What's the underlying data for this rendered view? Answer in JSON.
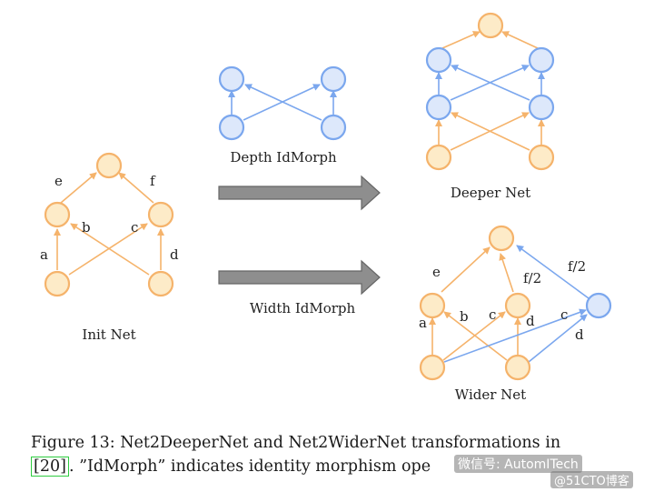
{
  "colors": {
    "orange_stroke": "#f5b36b",
    "orange_fill": "#fdebc8",
    "blue_stroke": "#7ba7ee",
    "blue_fill": "#dde8fb",
    "arrow_fill": "#8e8e8e"
  },
  "diagram": {
    "init_net": {
      "title": "Init Net",
      "edge_labels": {
        "e": "e",
        "f": "f",
        "a": "a",
        "b": "b",
        "c": "c",
        "d": "d"
      }
    },
    "depth_idmorph": {
      "title": "Depth IdMorph"
    },
    "width_idmorph": {
      "title": "Width IdMorph"
    },
    "deeper_net": {
      "title": "Deeper Net"
    },
    "wider_net": {
      "title": "Wider Net",
      "edge_labels": {
        "e": "e",
        "f2_a": "f/2",
        "f2_b": "f/2",
        "a": "a",
        "b": "b",
        "c": "c",
        "d": "d",
        "c2": "c",
        "d2": "d"
      }
    }
  },
  "caption": {
    "prefix": "Figure 13: Net2DeeperNet and Net2WiderNet transformations in",
    "cite": "[20]",
    "rest": ". ”IdMorph” indicates identity morphism ope"
  },
  "watermark": {
    "line1": "微信号: AutomITech",
    "line2": "@51CTO博客"
  }
}
